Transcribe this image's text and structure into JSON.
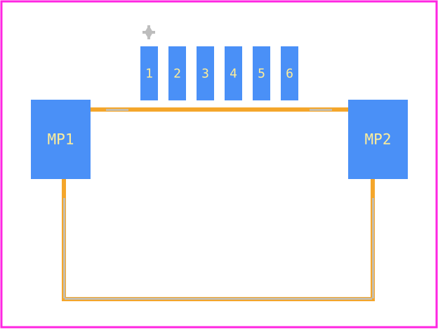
{
  "footprint": {
    "pins": [
      {
        "label": "1"
      },
      {
        "label": "2"
      },
      {
        "label": "3"
      },
      {
        "label": "4"
      },
      {
        "label": "5"
      },
      {
        "label": "6"
      }
    ],
    "mounting_pads": [
      {
        "label": "MP1"
      },
      {
        "label": "MP2"
      }
    ]
  },
  "colors": {
    "border": "#ff26e2",
    "pad": "#4a90f7",
    "pad_label": "#ffee99",
    "silkscreen": "#f4a62b",
    "courtyard": "#c6bdaa",
    "pin1_marker": "#bdbdbd",
    "background": "#ffffff"
  }
}
